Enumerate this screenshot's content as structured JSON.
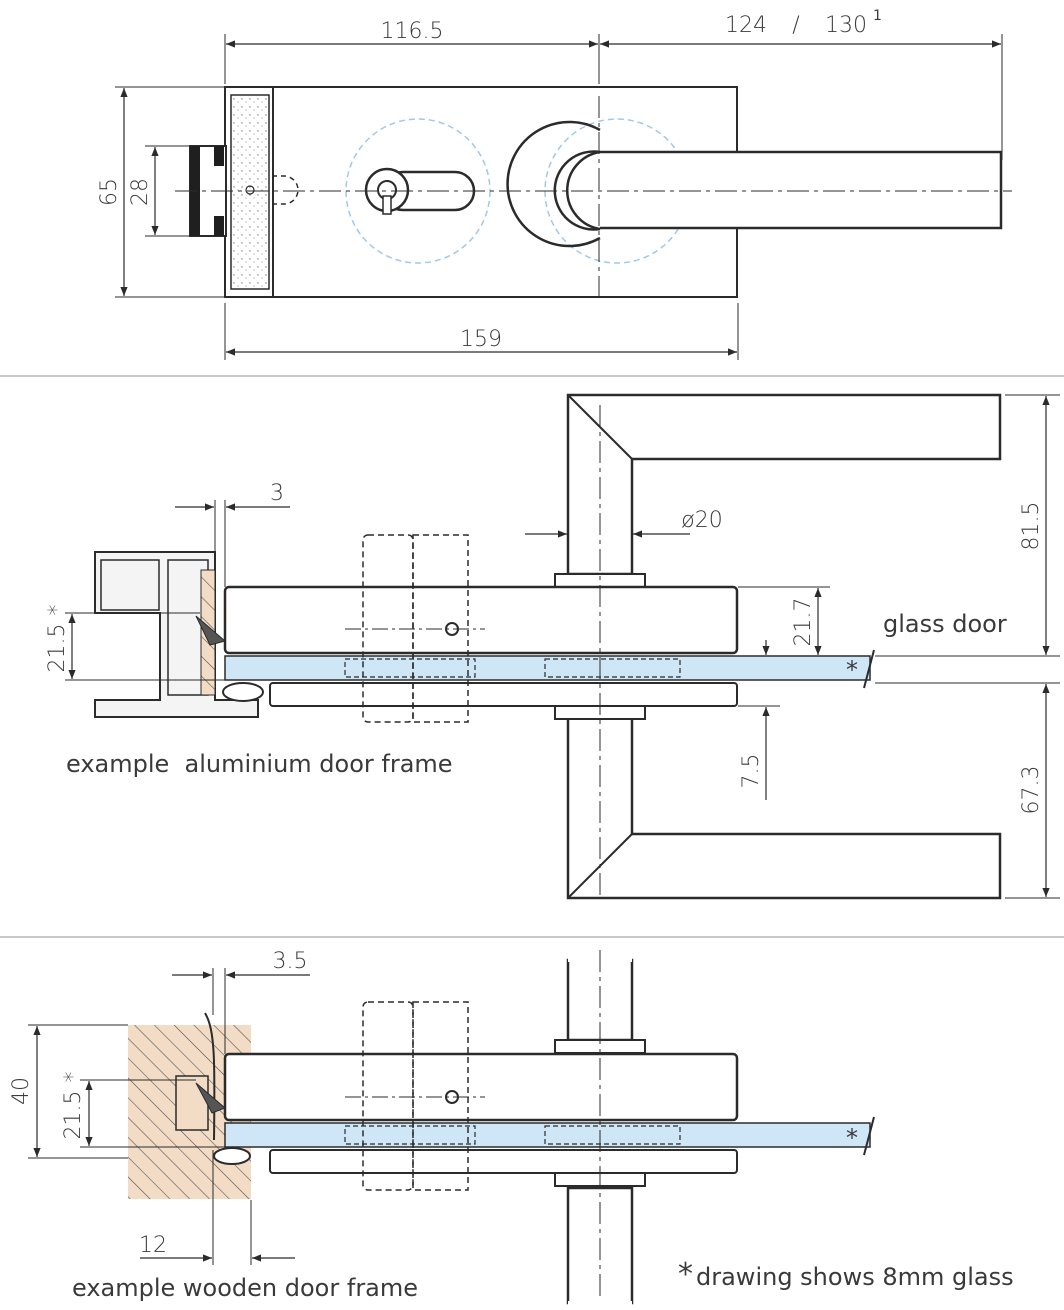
{
  "colors": {
    "line": "#2b2b2b",
    "glass": "#cfe6f7",
    "wood": "#f2dcc6",
    "frame": "#f4f4f4",
    "separator": "#c8c8c8",
    "hidden_circle": "#9fc8ea"
  },
  "top_view": {
    "dim_116_5": "116.5",
    "dim_124": "124",
    "dim_slash": "/",
    "dim_130": "130",
    "dim_130_sup": "1",
    "dim_65": "65",
    "dim_28": "28",
    "dim_159": "159"
  },
  "middle_view": {
    "dim_3": "3",
    "dim_d20": "ø20",
    "dim_81_5": "81.5",
    "dim_21_7": "21.7",
    "dim_21_5": "21.5",
    "dim_21_5_star": "*",
    "dim_7_5": "7.5",
    "dim_67_3": "67.3",
    "glass_label": "glass door",
    "glass_star": "*",
    "caption": "example  aluminium door frame"
  },
  "bottom_view": {
    "dim_3_5": "3.5",
    "dim_40": "40",
    "dim_21_5": "21.5",
    "dim_21_5_star": "*",
    "dim_12": "12",
    "glass_star": "*",
    "caption": "example wooden door frame",
    "note_star": "*",
    "note": "drawing shows 8mm glass"
  }
}
